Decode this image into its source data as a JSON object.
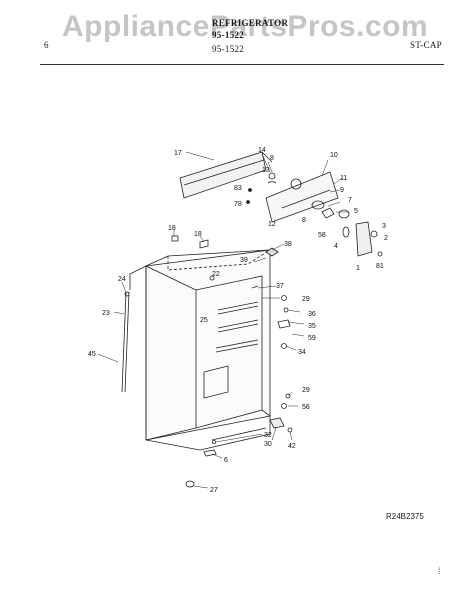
{
  "header": {
    "page_number": "6",
    "title": "REFRIGERATOR",
    "model": "95-1522",
    "subtitle": "95-1522",
    "category": "ST-CAP"
  },
  "watermark": "AppliancePartsPros.com",
  "footer": {
    "reference": "R24B2375"
  },
  "callouts": [
    {
      "id": "c17",
      "label": "17"
    },
    {
      "id": "c14",
      "label": "14"
    },
    {
      "id": "c8a",
      "label": "8"
    },
    {
      "id": "c13",
      "label": "13"
    },
    {
      "id": "c83",
      "label": "83"
    },
    {
      "id": "c78",
      "label": "78"
    },
    {
      "id": "c10",
      "label": "10"
    },
    {
      "id": "c11",
      "label": "11"
    },
    {
      "id": "c9",
      "label": "9"
    },
    {
      "id": "c7",
      "label": "7"
    },
    {
      "id": "c5",
      "label": "5"
    },
    {
      "id": "c8b",
      "label": "8"
    },
    {
      "id": "c12",
      "label": "12"
    },
    {
      "id": "c58",
      "label": "58"
    },
    {
      "id": "c4",
      "label": "4"
    },
    {
      "id": "c3",
      "label": "3"
    },
    {
      "id": "c2",
      "label": "2"
    },
    {
      "id": "c1",
      "label": "1"
    },
    {
      "id": "c81",
      "label": "81"
    },
    {
      "id": "c18a",
      "label": "18"
    },
    {
      "id": "c18b",
      "label": "18"
    },
    {
      "id": "c38",
      "label": "38"
    },
    {
      "id": "c39",
      "label": "39"
    },
    {
      "id": "c22",
      "label": "22"
    },
    {
      "id": "c24",
      "label": "24"
    },
    {
      "id": "c37",
      "label": "37"
    },
    {
      "id": "c29a",
      "label": "29"
    },
    {
      "id": "c36",
      "label": "36"
    },
    {
      "id": "c23",
      "label": "23"
    },
    {
      "id": "c25",
      "label": "25"
    },
    {
      "id": "c35",
      "label": "35"
    },
    {
      "id": "c59",
      "label": "59"
    },
    {
      "id": "c45",
      "label": "45"
    },
    {
      "id": "c34",
      "label": "34"
    },
    {
      "id": "c29b",
      "label": "29"
    },
    {
      "id": "c56",
      "label": "56"
    },
    {
      "id": "c32",
      "label": "32"
    },
    {
      "id": "c30",
      "label": "30"
    },
    {
      "id": "c42",
      "label": "42"
    },
    {
      "id": "c6",
      "label": "6"
    },
    {
      "id": "c27",
      "label": "27"
    }
  ]
}
